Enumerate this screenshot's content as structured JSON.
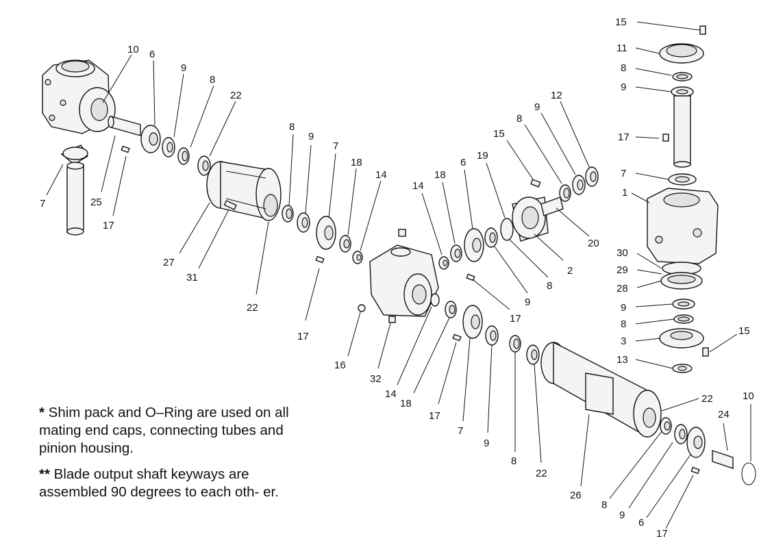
{
  "notes": [
    {
      "mark": "*",
      "text": " Shim pack and O–Ring are used on all mating end caps, connecting tubes and pinion housing."
    },
    {
      "mark": "**",
      "text": " Blade output shaft keyways are assembled 90 degrees to each oth- er."
    }
  ],
  "callouts": [
    {
      "id": "c1",
      "text": "10"
    },
    {
      "id": "c2",
      "text": "6"
    },
    {
      "id": "c3",
      "text": "9"
    },
    {
      "id": "c4",
      "text": "8"
    },
    {
      "id": "c5",
      "text": "22"
    },
    {
      "id": "c6",
      "text": "7"
    },
    {
      "id": "c7",
      "text": "25"
    },
    {
      "id": "c8",
      "text": "17"
    },
    {
      "id": "c9",
      "text": "27"
    },
    {
      "id": "c10",
      "text": "31"
    },
    {
      "id": "c11",
      "text": "22"
    },
    {
      "id": "c12",
      "text": "8"
    },
    {
      "id": "c13",
      "text": "9"
    },
    {
      "id": "c14",
      "text": "7"
    },
    {
      "id": "c15",
      "text": "18"
    },
    {
      "id": "c16",
      "text": "14"
    },
    {
      "id": "c17",
      "text": "17"
    },
    {
      "id": "c18",
      "text": "14"
    },
    {
      "id": "c19",
      "text": "18"
    },
    {
      "id": "c20",
      "text": "6"
    },
    {
      "id": "c21",
      "text": "19"
    },
    {
      "id": "c22",
      "text": "15"
    },
    {
      "id": "c23",
      "text": "8"
    },
    {
      "id": "c24",
      "text": "9"
    },
    {
      "id": "c25",
      "text": "12"
    },
    {
      "id": "c26",
      "text": "20"
    },
    {
      "id": "c27",
      "text": "2"
    },
    {
      "id": "c28",
      "text": "8"
    },
    {
      "id": "c29",
      "text": "9"
    },
    {
      "id": "c30",
      "text": "17"
    },
    {
      "id": "c31",
      "text": "16"
    },
    {
      "id": "c32",
      "text": "32"
    },
    {
      "id": "c33",
      "text": "14"
    },
    {
      "id": "c34",
      "text": "18"
    },
    {
      "id": "c35",
      "text": "17"
    },
    {
      "id": "c36",
      "text": "7"
    },
    {
      "id": "c37",
      "text": "9"
    },
    {
      "id": "c38",
      "text": "8"
    },
    {
      "id": "c39",
      "text": "22"
    },
    {
      "id": "c40",
      "text": "26"
    },
    {
      "id": "c41",
      "text": "15"
    },
    {
      "id": "c42",
      "text": "11"
    },
    {
      "id": "c43",
      "text": "8"
    },
    {
      "id": "c44",
      "text": "9"
    },
    {
      "id": "c45",
      "text": "17"
    },
    {
      "id": "c46",
      "text": "7"
    },
    {
      "id": "c47",
      "text": "1"
    },
    {
      "id": "c48",
      "text": "30"
    },
    {
      "id": "c49",
      "text": "29"
    },
    {
      "id": "c50",
      "text": "28"
    },
    {
      "id": "c51",
      "text": "9"
    },
    {
      "id": "c52",
      "text": "8"
    },
    {
      "id": "c53",
      "text": "3"
    },
    {
      "id": "c54",
      "text": "15"
    },
    {
      "id": "c55",
      "text": "13"
    },
    {
      "id": "c56",
      "text": "22"
    },
    {
      "id": "c57",
      "text": "10"
    },
    {
      "id": "c58",
      "text": "24"
    },
    {
      "id": "c59",
      "text": "8"
    },
    {
      "id": "c60",
      "text": "9"
    },
    {
      "id": "c61",
      "text": "6"
    },
    {
      "id": "c62",
      "text": "17"
    }
  ]
}
